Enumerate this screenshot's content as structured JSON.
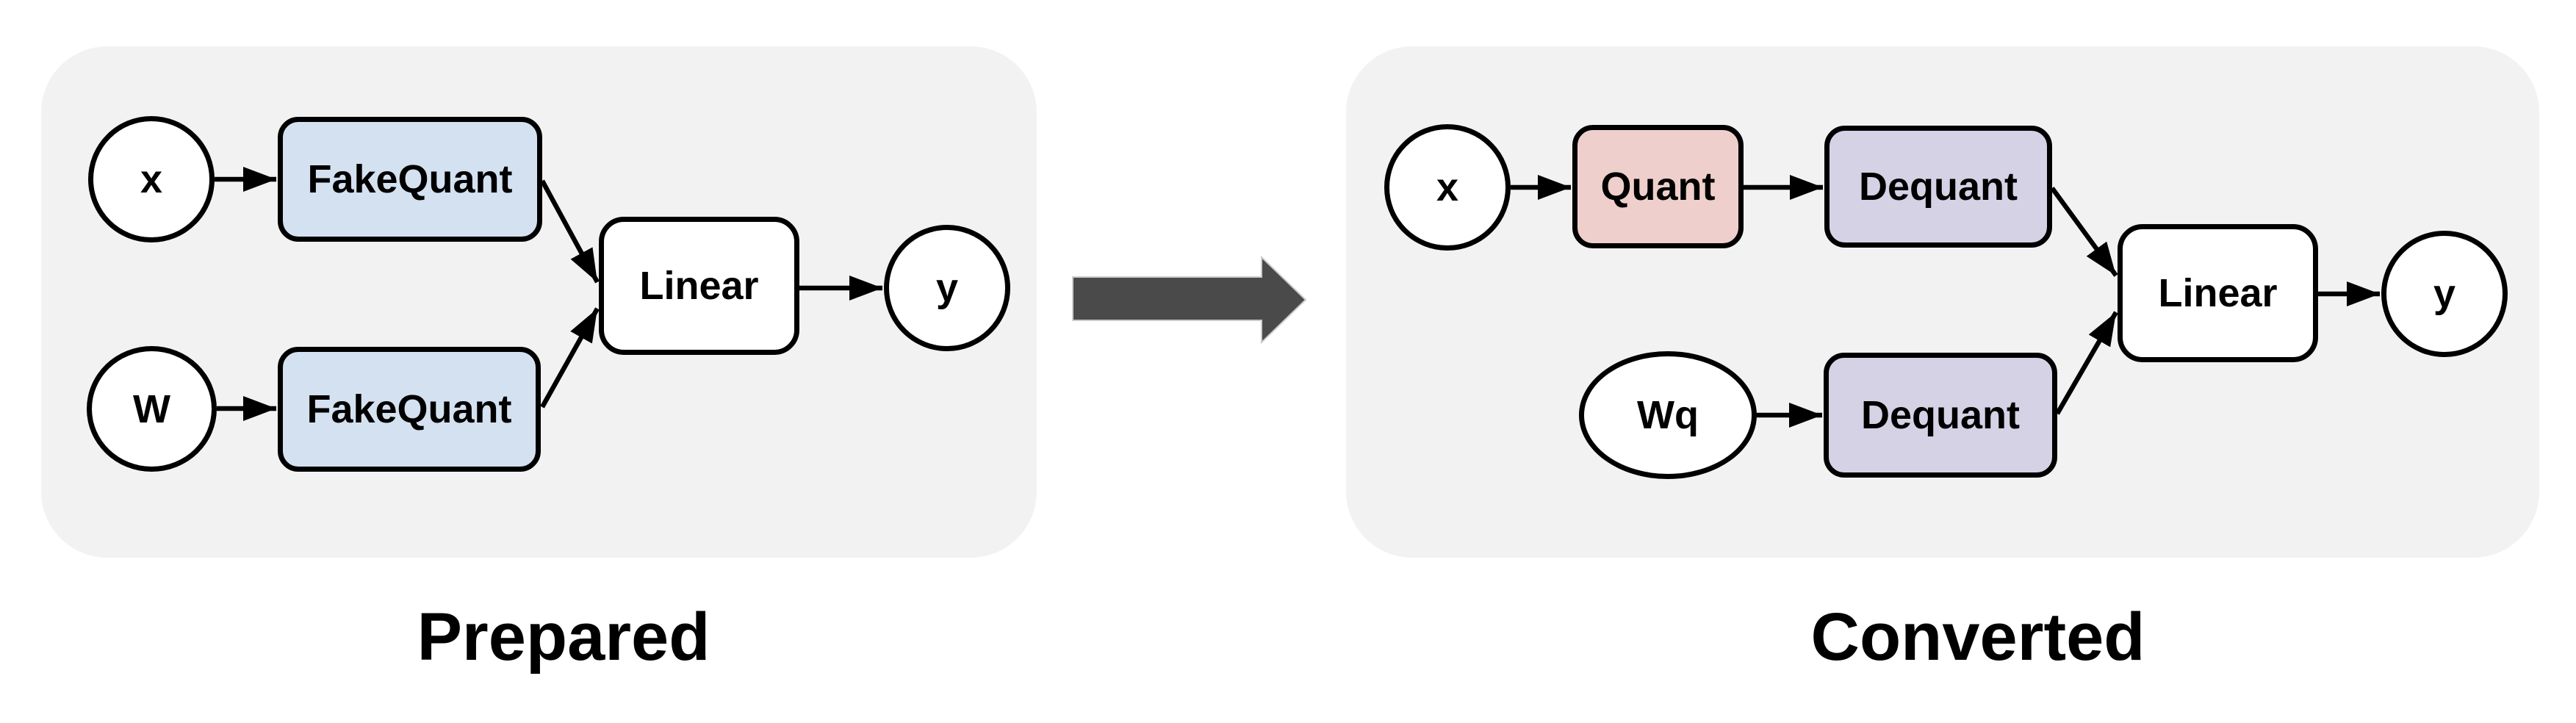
{
  "colors": {
    "page_background": "#ffffff",
    "panel_background": "#f2f2f2",
    "node_default_fill": "#ffffff",
    "fakequant_fill": "#d4e1f0",
    "quant_fill": "#eecfcc",
    "dequant_fill": "#d6d2e5",
    "node_stroke": "#000000",
    "label_color": "#000000",
    "transform_arrow_fill": "#4a4a4a",
    "transform_arrow_outline": "#cccccc"
  },
  "panels": {
    "prepared": {
      "caption": "Prepared",
      "nodes": {
        "x": "x",
        "w": "W",
        "fakequant_activation": "FakeQuant",
        "fakequant_weight": "FakeQuant",
        "linear": "Linear",
        "y": "y"
      },
      "edges": [
        {
          "from": "x",
          "to": "fakequant_activation"
        },
        {
          "from": "w",
          "to": "fakequant_weight"
        },
        {
          "from": "fakequant_activation",
          "to": "linear"
        },
        {
          "from": "fakequant_weight",
          "to": "linear"
        },
        {
          "from": "linear",
          "to": "y"
        }
      ]
    },
    "converted": {
      "caption": "Converted",
      "nodes": {
        "x": "x",
        "wq": "Wq",
        "quant_activation": "Quant",
        "dequant_activation": "Dequant",
        "dequant_weight": "Dequant",
        "linear": "Linear",
        "y": "y"
      },
      "edges": [
        {
          "from": "x",
          "to": "quant_activation"
        },
        {
          "from": "quant_activation",
          "to": "dequant_activation"
        },
        {
          "from": "wq",
          "to": "dequant_weight"
        },
        {
          "from": "dequant_activation",
          "to": "linear"
        },
        {
          "from": "dequant_weight",
          "to": "linear"
        },
        {
          "from": "linear",
          "to": "y"
        }
      ]
    }
  },
  "transform": {
    "direction": "prepared-to-converted"
  }
}
